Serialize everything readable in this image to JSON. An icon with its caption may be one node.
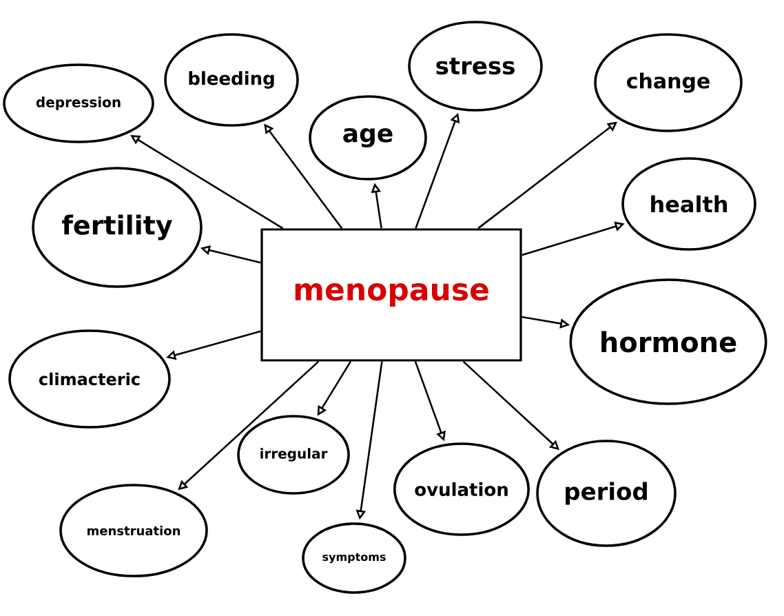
{
  "diagram": {
    "nodes": [
      {
        "text": [
          "menopause"
        ]
      },
      {
        "text": [
          "depression"
        ]
      },
      {
        "text": [
          "bleeding"
        ]
      },
      {
        "text": [
          "stress"
        ]
      },
      {
        "text": [
          "change"
        ]
      },
      {
        "text": [
          "age"
        ]
      },
      {
        "text": [
          "health"
        ]
      },
      {
        "text": [
          "fertility"
        ]
      },
      {
        "text": [
          "hormone"
        ]
      },
      {
        "text": [
          "climacteric"
        ]
      },
      {
        "text": [
          "irregular"
        ]
      },
      {
        "text": [
          "ovulation"
        ]
      },
      {
        "text": [
          "period"
        ]
      },
      {
        "text": [
          "menstruation"
        ]
      },
      {
        "text": [
          "symptoms"
        ]
      }
    ],
    "edges": [
      {
        "from": 0,
        "to": 1,
        "arrow": "to"
      },
      {
        "from": 0,
        "to": 2,
        "arrow": "to"
      },
      {
        "from": 0,
        "to": 3,
        "arrow": "to"
      },
      {
        "from": 0,
        "to": 4,
        "arrow": "to"
      },
      {
        "from": 0,
        "to": 5,
        "arrow": "to"
      },
      {
        "from": 0,
        "to": 6,
        "arrow": "to"
      },
      {
        "from": 0,
        "to": 7,
        "arrow": "to"
      },
      {
        "from": 0,
        "to": 8,
        "arrow": "to"
      },
      {
        "from": 0,
        "to": 9,
        "arrow": "to"
      },
      {
        "from": 0,
        "to": 10,
        "arrow": "to"
      },
      {
        "from": 0,
        "to": 11,
        "arrow": "to"
      },
      {
        "from": 0,
        "to": 12,
        "arrow": "to"
      },
      {
        "from": 0,
        "to": 13,
        "arrow": "to"
      },
      {
        "from": 0,
        "to": 14,
        "arrow": "to"
      }
    ]
  }
}
